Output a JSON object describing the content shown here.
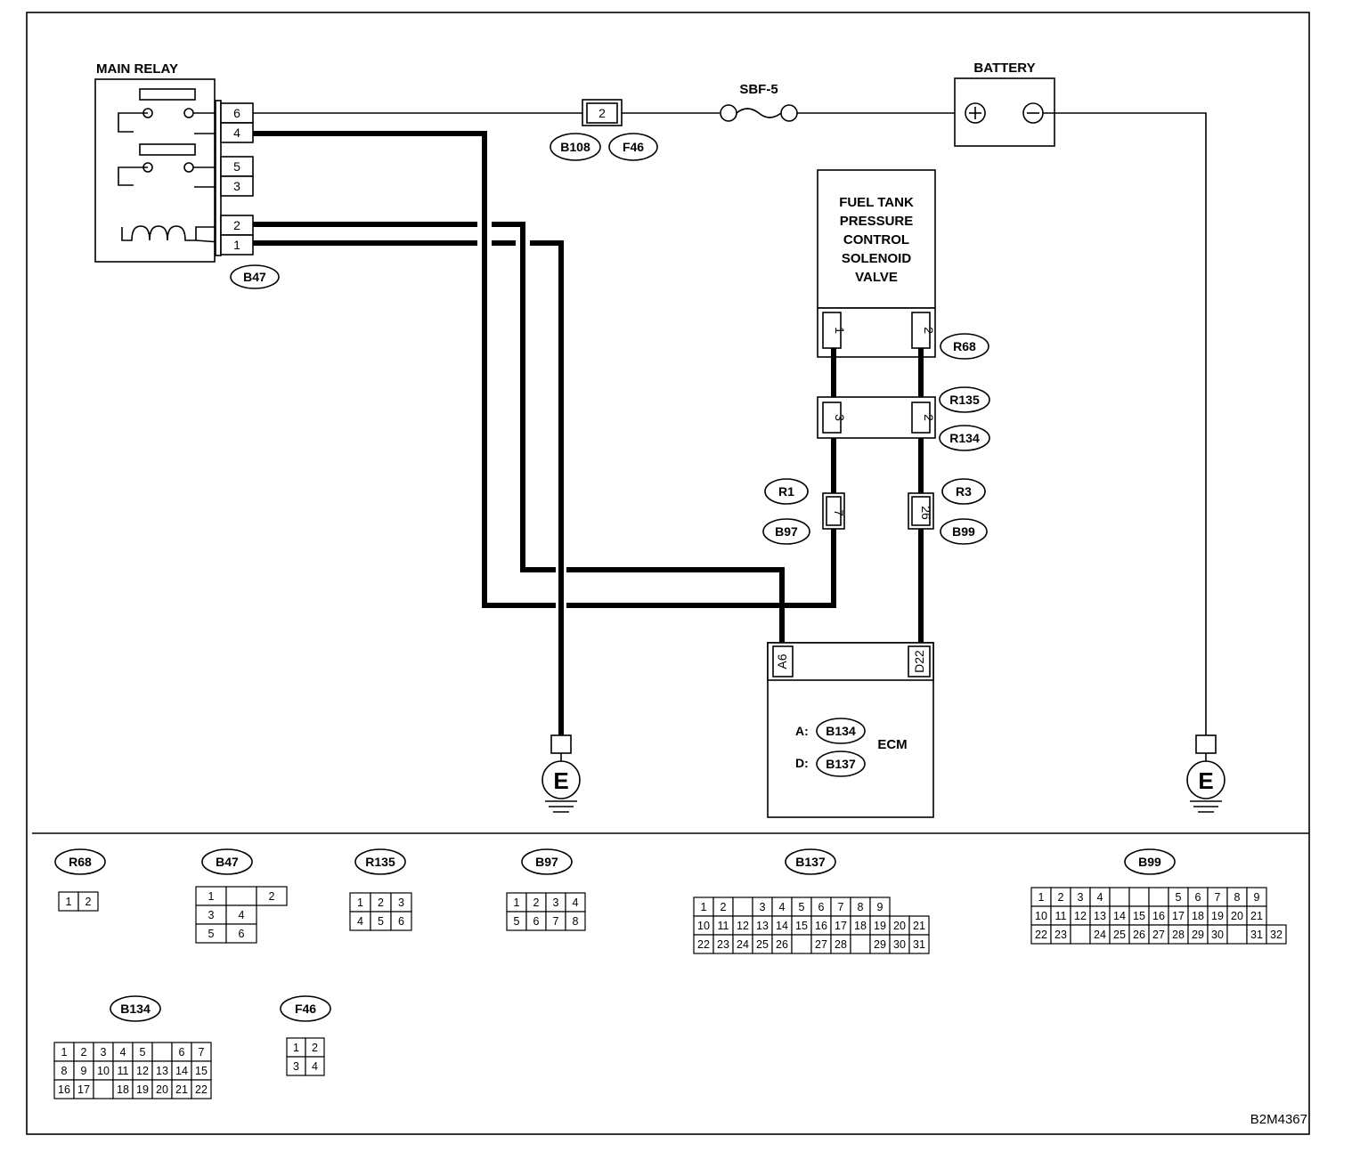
{
  "components": {
    "main_relay": "MAIN RELAY",
    "battery": "BATTERY",
    "fuse": "SBF-5",
    "solenoid": [
      "FUEL TANK",
      "PRESSURE",
      "CONTROL",
      "SOLENOID",
      "VALVE"
    ],
    "ecm": "ECM",
    "ground": "E",
    "ecm_conn_a": "A:",
    "ecm_conn_d": "D:",
    "figure_id": "B2M4367"
  },
  "relay_pins": [
    "6",
    "4",
    "5",
    "3",
    "2",
    "1"
  ],
  "ecm_pins": [
    "A6",
    "D22"
  ],
  "inline_pins": {
    "fuse_conn": "2",
    "r68_left": "1",
    "r68_right": "2",
    "r135_left": "3",
    "r135_right": "2",
    "r1_pin": "7",
    "r3_pin": "26"
  },
  "connector_tags": {
    "b47": "B47",
    "b108": "B108",
    "f46": "F46",
    "r68": "R68",
    "r135": "R135",
    "r134": "R134",
    "r1": "R1",
    "b97": "B97",
    "r3": "R3",
    "b99": "B99",
    "ecm_b134": "B134",
    "ecm_b137": "B137"
  },
  "connector_views": [
    {
      "tag": "R68",
      "rows": [
        [
          "1",
          "2"
        ]
      ]
    },
    {
      "tag": "B47",
      "rows": [
        [
          "1",
          "",
          "2"
        ],
        [
          "3",
          "4"
        ],
        [
          "5",
          "6"
        ]
      ]
    },
    {
      "tag": "R135",
      "rows": [
        [
          "1",
          "2",
          "3"
        ],
        [
          "4",
          "5",
          "6"
        ]
      ]
    },
    {
      "tag": "B97",
      "rows": [
        [
          "1",
          "2",
          "3",
          "4"
        ],
        [
          "5",
          "6",
          "7",
          "8"
        ]
      ]
    },
    {
      "tag": "B137",
      "rows": [
        [
          "1",
          "2",
          "",
          "3",
          "4",
          "5",
          "6",
          "7",
          "8",
          "9"
        ],
        [
          "10",
          "11",
          "12",
          "13",
          "14",
          "15",
          "16",
          "17",
          "18",
          "19",
          "20",
          "21"
        ],
        [
          "22",
          "23",
          "24",
          "25",
          "26",
          "",
          "27",
          "28",
          "",
          "29",
          "30",
          "31"
        ]
      ]
    },
    {
      "tag": "B99",
      "rows": [
        [
          "1",
          "2",
          "3",
          "4",
          "",
          "",
          "",
          "5",
          "6",
          "7",
          "8",
          "9"
        ],
        [
          "10",
          "11",
          "12",
          "13",
          "14",
          "15",
          "16",
          "17",
          "18",
          "19",
          "20",
          "21"
        ],
        [
          "22",
          "23",
          "",
          "24",
          "25",
          "26",
          "27",
          "28",
          "29",
          "30",
          "",
          "31",
          "32"
        ]
      ]
    },
    {
      "tag": "B134",
      "rows": [
        [
          "1",
          "2",
          "3",
          "4",
          "5",
          "",
          "6",
          "7"
        ],
        [
          "8",
          "9",
          "10",
          "11",
          "12",
          "13",
          "14",
          "15"
        ],
        [
          "16",
          "17",
          "",
          "18",
          "19",
          "20",
          "21",
          "22"
        ]
      ]
    },
    {
      "tag": "F46",
      "rows": [
        [
          "1",
          "2"
        ],
        [
          "3",
          "4"
        ]
      ]
    }
  ]
}
